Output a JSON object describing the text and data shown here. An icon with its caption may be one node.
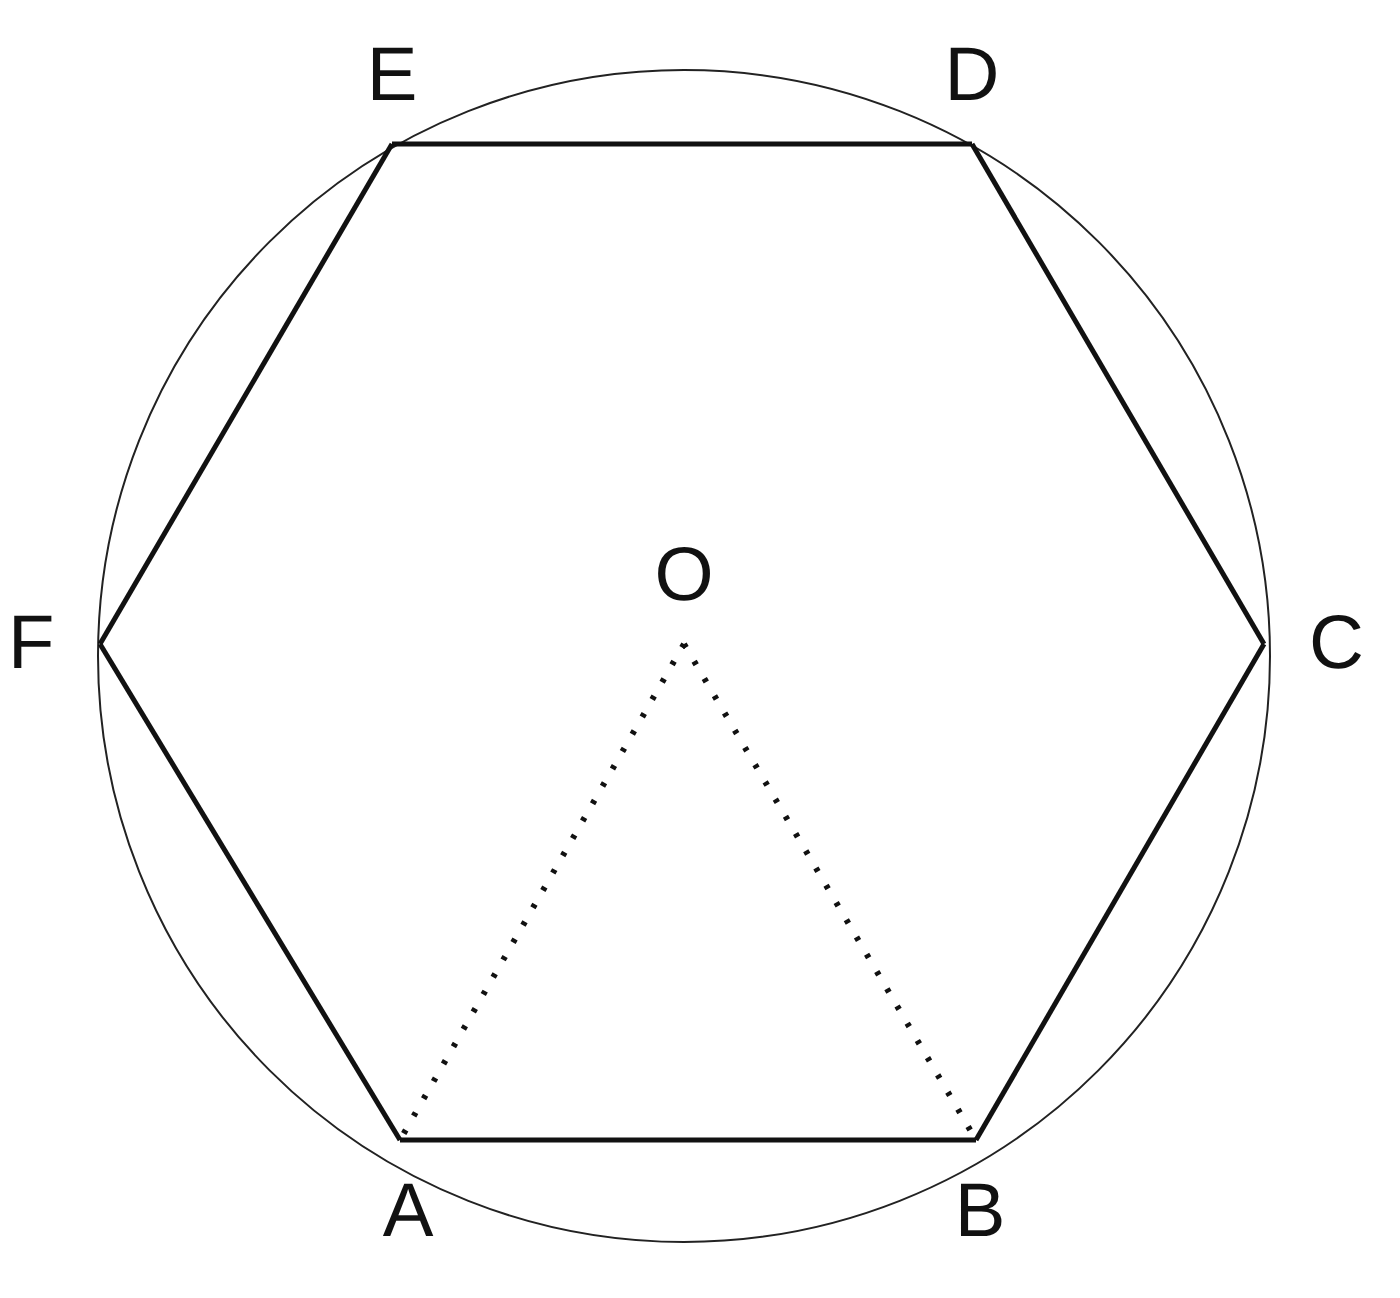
{
  "diagram": {
    "nodes": [
      {
        "text": [
          "E"
        ]
      },
      {
        "text": [
          "D"
        ]
      },
      {
        "text": [
          "F"
        ]
      },
      {
        "text": [
          "O"
        ]
      },
      {
        "text": [
          "C"
        ]
      },
      {
        "text": [
          "A"
        ]
      },
      {
        "text": [
          "B"
        ]
      }
    ],
    "edges": [
      {
        "from": 5,
        "to": 6,
        "arrow": "none"
      },
      {
        "from": 6,
        "to": 4,
        "arrow": "none"
      },
      {
        "from": 4,
        "to": 1,
        "arrow": "none"
      },
      {
        "from": 1,
        "to": 0,
        "arrow": "none"
      },
      {
        "from": 0,
        "to": 2,
        "arrow": "none"
      },
      {
        "from": 2,
        "to": 5,
        "arrow": "none"
      },
      {
        "from": 3,
        "to": 5,
        "arrow": "none",
        "style": "dashed"
      },
      {
        "from": 3,
        "to": 6,
        "arrow": "none",
        "style": "dashed"
      }
    ]
  }
}
